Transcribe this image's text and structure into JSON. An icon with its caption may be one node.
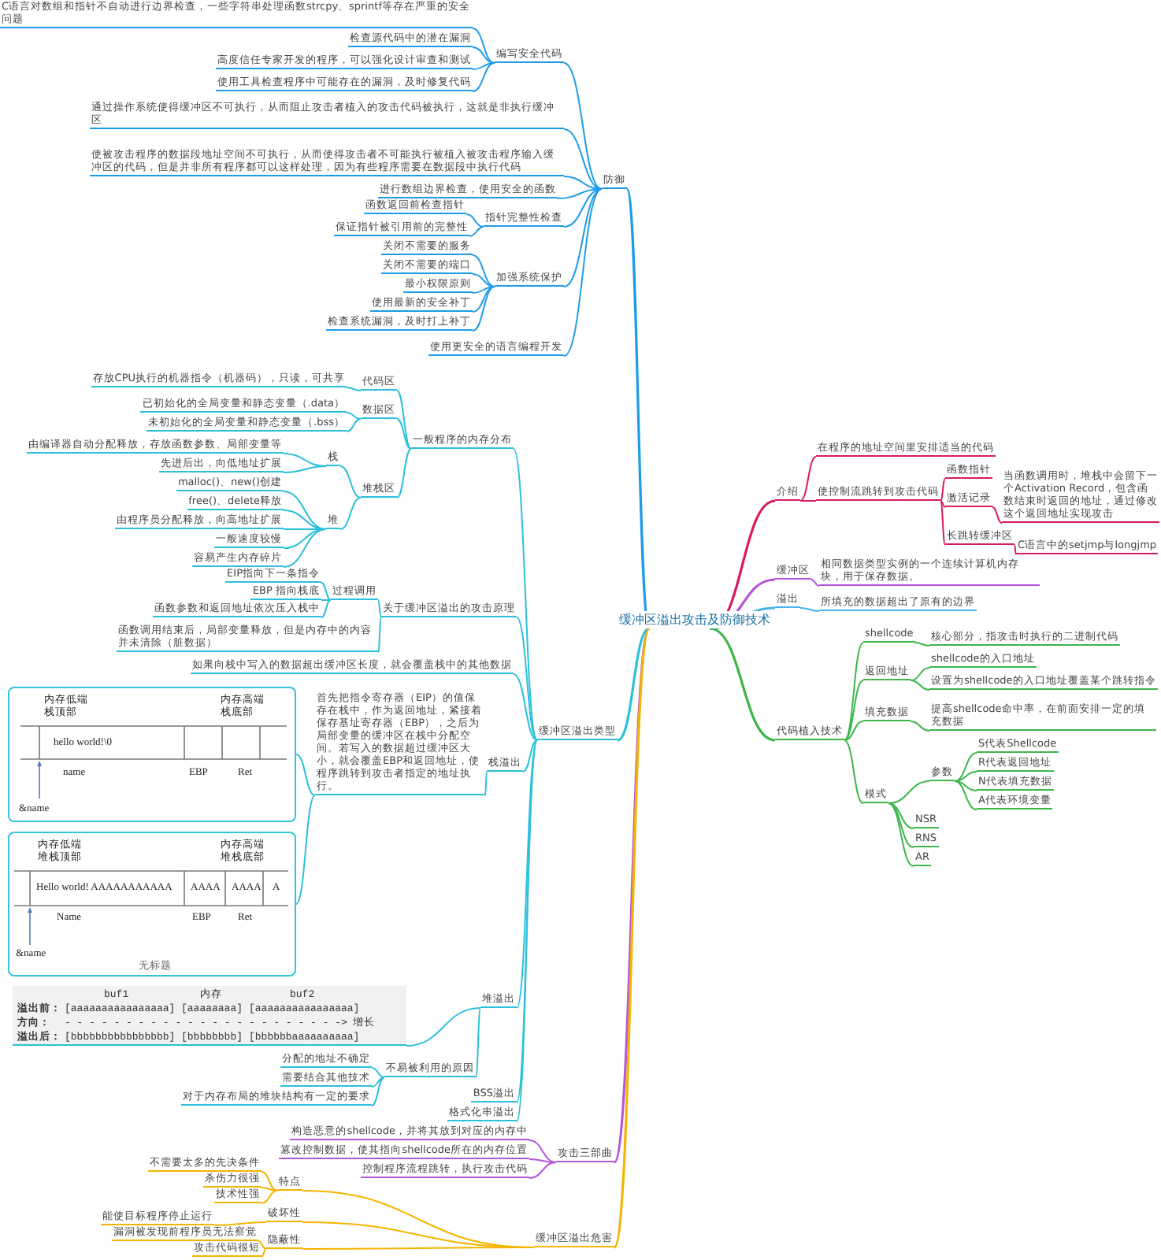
{
  "diagram": {
    "nodes": [
      {
        "text": [
          "缓冲区溢出攻击及防御技术"
        ]
      },
      {
        "text": [
          "介绍"
        ]
      },
      {
        "text": [
          "在程序的地址空间里安排适当的代码"
        ]
      },
      {
        "text": [
          "使控制流跳转到攻击代码"
        ]
      },
      {
        "text": [
          "函数指针"
        ]
      },
      {
        "text": [
          "激活记录"
        ]
      },
      {
        "text": [
          "当函数调用时，堆栈中会留下一个Activation Record，包含函数结束时返回的地址，通过修改这个返回地址实现攻击"
        ]
      },
      {
        "text": [
          "长跳转缓冲区"
        ]
      },
      {
        "text": [
          "C语言中的setjmp与longjmp"
        ]
      },
      {
        "text": [
          "缓冲区"
        ]
      },
      {
        "text": [
          "相同数据类型实例的一个连续计算机内存块，用于保存数据。"
        ]
      },
      {
        "text": [
          "溢出"
        ]
      },
      {
        "text": [
          "所填充的数据超出了原有的边界"
        ]
      },
      {
        "text": [
          "代码植入技术"
        ]
      },
      {
        "text": [
          "shellcode"
        ]
      },
      {
        "text": [
          "核心部分，指攻击时执行的二进制代码"
        ]
      },
      {
        "text": [
          "返回地址"
        ]
      },
      {
        "text": [
          "shellcode的入口地址"
        ]
      },
      {
        "text": [
          "设置为shellcode的入口地址覆盖某个跳转指令"
        ]
      },
      {
        "text": [
          "填充数据"
        ]
      },
      {
        "text": [
          "提高shellcode命中率，在前面安排一定的填充数据"
        ]
      },
      {
        "text": [
          "模式"
        ]
      },
      {
        "text": [
          "参数"
        ]
      },
      {
        "text": [
          "S代表Shellcode"
        ]
      },
      {
        "text": [
          "R代表返回地址"
        ]
      },
      {
        "text": [
          "N代表填充数据"
        ]
      },
      {
        "text": [
          "A代表环境变量"
        ]
      },
      {
        "text": [
          "NSR"
        ]
      },
      {
        "text": [
          "RNS"
        ]
      },
      {
        "text": [
          "AR"
        ]
      },
      {
        "text": [
          "防御"
        ]
      },
      {
        "text": [
          "编写安全代码"
        ]
      },
      {
        "text": [
          "C语言对数组和指针不自动进行边界检查，一些字符串处理函数strcpy、sprintf等存在严重的安全问题"
        ]
      },
      {
        "text": [
          "检查源代码中的潜在漏洞"
        ]
      },
      {
        "text": [
          "高度信任专家开发的程序，可以强化设计审查和测试"
        ]
      },
      {
        "text": [
          "使用工具检查程序中可能存在的漏洞，及时修复代码"
        ]
      },
      {
        "text": [
          "通过操作系统使得缓冲区不可执行，从而阻止攻击者植入的攻击代码被执行，这就是非执行缓冲区"
        ]
      },
      {
        "text": [
          "使被攻击程序的数据段地址空间不可执行，从而使得攻击者不可能执行被植入被攻击程序输入缓冲区的代码，但是并非所有程序都可以这样处理，因为有些程序需要在数据段中执行代码"
        ]
      },
      {
        "text": [
          "进行数组边界检查，使用安全的函数"
        ]
      },
      {
        "text": [
          "指针完整性检查"
        ]
      },
      {
        "text": [
          "函数返回前检查指针"
        ]
      },
      {
        "text": [
          "保证指针被引用前的完整性"
        ]
      },
      {
        "text": [
          "加强系统保护"
        ]
      },
      {
        "text": [
          "关闭不需要的服务"
        ]
      },
      {
        "text": [
          "关闭不需要的端口"
        ]
      },
      {
        "text": [
          "最小权限原则"
        ]
      },
      {
        "text": [
          "使用最新的安全补丁"
        ]
      },
      {
        "text": [
          "检查系统漏洞，及时打上补丁"
        ]
      },
      {
        "text": [
          "使用更安全的语言编程开发"
        ]
      },
      {
        "text": [
          "缓冲区溢出类型"
        ]
      },
      {
        "text": [
          "一般程序的内存分布"
        ]
      },
      {
        "text": [
          "代码区"
        ]
      },
      {
        "text": [
          "存放CPU执行的机器指令（机器码），只读，可共享"
        ]
      },
      {
        "text": [
          "数据区"
        ]
      },
      {
        "text": [
          "已初始化的全局变量和静态变量（.data）"
        ]
      },
      {
        "text": [
          "未初始化的全局变量和静态变量（.bss）"
        ]
      },
      {
        "text": [
          "堆栈区"
        ]
      },
      {
        "text": [
          "栈"
        ]
      },
      {
        "text": [
          "由编译器自动分配释放，存放函数参数、局部变量等"
        ]
      },
      {
        "text": [
          "先进后出，向低地址扩展"
        ]
      },
      {
        "text": [
          "堆"
        ]
      },
      {
        "text": [
          "malloc()、new()创建"
        ]
      },
      {
        "text": [
          "free()、delete释放"
        ]
      },
      {
        "text": [
          "由程序员分配释放，向高地址扩展"
        ]
      },
      {
        "text": [
          "一般速度较慢"
        ]
      },
      {
        "text": [
          "容易产生内存碎片"
        ]
      },
      {
        "text": [
          "关于缓冲区溢出的攻击原理"
        ]
      },
      {
        "text": [
          "过程调用"
        ]
      },
      {
        "text": [
          "EIP指向下一条指令"
        ]
      },
      {
        "text": [
          "EBP 指向栈底"
        ]
      },
      {
        "text": [
          "函数参数和返回地址依次压入栈中"
        ]
      },
      {
        "text": [
          "函数调用结束后，局部变量释放，但是内存中的内容并未清除（脏数据）"
        ]
      },
      {
        "text": [
          "如果向栈中写入的数据超出缓冲区长度，就会覆盖栈中的其他数据"
        ]
      },
      {
        "text": [
          "栈溢出"
        ]
      },
      {
        "text": [
          "首先把指令寄存器（EIP）的值保存在栈中，作为返回地址，紧接着保存基址寄存器（EBP），之后为局部变量的缓冲区在栈中分配空间。若写入的数据超过缓冲区大小，就会覆盖EBP和返回地址，使程序跳转到攻击者指定的地址执行。"
        ]
      },
      {
        "text": [
          "内存低端栈顶部",
          "内存高端栈底部",
          "hello world!\\0",
          "name",
          "EBP",
          "Ret",
          "&name"
        ]
      },
      {
        "text": [
          "内存低端堆栈顶部",
          "内存高端堆栈底部",
          "Hello world! AAAAAAAAAAA",
          "AAAA",
          "AAAA",
          "A",
          "Name",
          "EBP",
          "Ret",
          "&name",
          "无标题"
        ]
      },
      {
        "text": [
          "堆溢出"
        ]
      },
      {
        "text": [
          "buf1",
          "内存",
          "buf2",
          "溢出前：",
          "[aaaaaaaaaaaaaaaa]",
          "[aaaaaaaa]",
          "[aaaaaaaaaaaaaaaa]",
          "方向：",
          "- - - - - - - - - - - - - - - - - - - - - - ->",
          "增长",
          "溢出后：",
          "[bbbbbbbbbbbbbbbb]",
          "[bbbbbbbb]",
          "[bbbbbbaaaaaaaaaa]"
        ]
      },
      {
        "text": [
          "不易被利用的原因"
        ]
      },
      {
        "text": [
          "分配的地址不确定"
        ]
      },
      {
        "text": [
          "需要结合其他技术"
        ]
      },
      {
        "text": [
          "对于内存布局的堆块结构有一定的要求"
        ]
      },
      {
        "text": [
          "BSS溢出"
        ]
      },
      {
        "text": [
          "格式化串溢出"
        ]
      },
      {
        "text": [
          "攻击三部曲"
        ]
      },
      {
        "text": [
          "构造恶意的shellcode，并将其放到对应的内存中"
        ]
      },
      {
        "text": [
          "篡改控制数据，使其指向shellcode所在的内存位置"
        ]
      },
      {
        "text": [
          "控制程序流程跳转，执行攻击代码"
        ]
      },
      {
        "text": [
          "缓冲区溢出危害"
        ]
      },
      {
        "text": [
          "特点"
        ]
      },
      {
        "text": [
          "不需要太多的先决条件"
        ]
      },
      {
        "text": [
          "杀伤力很强"
        ]
      },
      {
        "text": [
          "技术性强"
        ]
      },
      {
        "text": [
          "破坏性"
        ]
      },
      {
        "text": [
          "能使目标程序停止运行"
        ]
      },
      {
        "text": [
          "隐蔽性"
        ]
      },
      {
        "text": [
          "漏洞被发现前程序员无法察觉"
        ]
      },
      {
        "text": [
          "攻击代码很短"
        ]
      }
    ],
    "edges": [
      {
        "from": 0,
        "to": 1,
        "arrow": "none",
        "color": "#d81b60"
      },
      {
        "from": 1,
        "to": 2,
        "arrow": "none",
        "color": "#d81b60"
      },
      {
        "from": 1,
        "to": 3,
        "arrow": "none",
        "color": "#d81b60"
      },
      {
        "from": 3,
        "to": 4,
        "arrow": "none",
        "color": "#d81b60"
      },
      {
        "from": 3,
        "to": 5,
        "arrow": "none",
        "color": "#d81b60"
      },
      {
        "from": 5,
        "to": 6,
        "arrow": "none",
        "color": "#d81b60"
      },
      {
        "from": 3,
        "to": 7,
        "arrow": "none",
        "color": "#d81b60"
      },
      {
        "from": 7,
        "to": 8,
        "arrow": "none",
        "color": "#d81b60"
      },
      {
        "from": 0,
        "to": 9,
        "arrow": "none",
        "color": "#b556d8"
      },
      {
        "from": 9,
        "to": 10,
        "arrow": "none",
        "color": "#b556d8"
      },
      {
        "from": 0,
        "to": 11,
        "arrow": "none",
        "color": "#47b3ea"
      },
      {
        "from": 11,
        "to": 12,
        "arrow": "none",
        "color": "#47b3ea"
      },
      {
        "from": 0,
        "to": 13,
        "arrow": "none",
        "color": "#3db64a"
      },
      {
        "from": 13,
        "to": 14,
        "arrow": "none",
        "color": "#3db64a"
      },
      {
        "from": 14,
        "to": 15,
        "arrow": "none",
        "color": "#3db64a"
      },
      {
        "from": 13,
        "to": 16,
        "arrow": "none",
        "color": "#3db64a"
      },
      {
        "from": 16,
        "to": 17,
        "arrow": "none",
        "color": "#3db64a"
      },
      {
        "from": 16,
        "to": 18,
        "arrow": "none",
        "color": "#3db64a"
      },
      {
        "from": 13,
        "to": 19,
        "arrow": "none",
        "color": "#3db64a"
      },
      {
        "from": 19,
        "to": 20,
        "arrow": "none",
        "color": "#3db64a"
      },
      {
        "from": 13,
        "to": 21,
        "arrow": "none",
        "color": "#3db64a"
      },
      {
        "from": 21,
        "to": 22,
        "arrow": "none",
        "color": "#3db64a"
      },
      {
        "from": 22,
        "to": 23,
        "arrow": "none",
        "color": "#3db64a"
      },
      {
        "from": 22,
        "to": 24,
        "arrow": "none",
        "color": "#3db64a"
      },
      {
        "from": 22,
        "to": 25,
        "arrow": "none",
        "color": "#3db64a"
      },
      {
        "from": 22,
        "to": 26,
        "arrow": "none",
        "color": "#3db64a"
      },
      {
        "from": 21,
        "to": 27,
        "arrow": "none",
        "color": "#3db64a"
      },
      {
        "from": 21,
        "to": 28,
        "arrow": "none",
        "color": "#3db64a"
      },
      {
        "from": 21,
        "to": 29,
        "arrow": "none",
        "color": "#3db64a"
      },
      {
        "from": 0,
        "to": 30,
        "arrow": "none",
        "color": "#1e9be8"
      },
      {
        "from": 30,
        "to": 31,
        "arrow": "none",
        "color": "#1e9be8"
      },
      {
        "from": 31,
        "to": 32,
        "arrow": "none",
        "color": "#1e9be8"
      },
      {
        "from": 31,
        "to": 33,
        "arrow": "none",
        "color": "#1e9be8"
      },
      {
        "from": 31,
        "to": 34,
        "arrow": "none",
        "color": "#1e9be8"
      },
      {
        "from": 31,
        "to": 35,
        "arrow": "none",
        "color": "#1e9be8"
      },
      {
        "from": 30,
        "to": 36,
        "arrow": "none",
        "color": "#1e9be8"
      },
      {
        "from": 30,
        "to": 37,
        "arrow": "none",
        "color": "#1e9be8"
      },
      {
        "from": 30,
        "to": 38,
        "arrow": "none",
        "color": "#1e9be8"
      },
      {
        "from": 30,
        "to": 39,
        "arrow": "none",
        "color": "#1e9be8"
      },
      {
        "from": 39,
        "to": 40,
        "arrow": "none",
        "color": "#1e9be8"
      },
      {
        "from": 39,
        "to": 41,
        "arrow": "none",
        "color": "#1e9be8"
      },
      {
        "from": 30,
        "to": 42,
        "arrow": "none",
        "color": "#1e9be8"
      },
      {
        "from": 42,
        "to": 43,
        "arrow": "none",
        "color": "#1e9be8"
      },
      {
        "from": 42,
        "to": 44,
        "arrow": "none",
        "color": "#1e9be8"
      },
      {
        "from": 42,
        "to": 45,
        "arrow": "none",
        "color": "#1e9be8"
      },
      {
        "from": 42,
        "to": 46,
        "arrow": "none",
        "color": "#1e9be8"
      },
      {
        "from": 42,
        "to": 47,
        "arrow": "none",
        "color": "#1e9be8"
      },
      {
        "from": 30,
        "to": 48,
        "arrow": "none",
        "color": "#1e9be8"
      },
      {
        "from": 0,
        "to": 49,
        "arrow": "none"
      },
      {
        "from": 49,
        "to": 50,
        "arrow": "none"
      },
      {
        "from": 50,
        "to": 51,
        "arrow": "none"
      },
      {
        "from": 51,
        "to": 52,
        "arrow": "none"
      },
      {
        "from": 50,
        "to": 53,
        "arrow": "none"
      },
      {
        "from": 53,
        "to": 54,
        "arrow": "none"
      },
      {
        "from": 53,
        "to": 55,
        "arrow": "none"
      },
      {
        "from": 50,
        "to": 56,
        "arrow": "none"
      },
      {
        "from": 56,
        "to": 57,
        "arrow": "none"
      },
      {
        "from": 57,
        "to": 58,
        "arrow": "none"
      },
      {
        "from": 57,
        "to": 59,
        "arrow": "none"
      },
      {
        "from": 56,
        "to": 60,
        "arrow": "none"
      },
      {
        "from": 60,
        "to": 61,
        "arrow": "none"
      },
      {
        "from": 60,
        "to": 62,
        "arrow": "none"
      },
      {
        "from": 60,
        "to": 63,
        "arrow": "none"
      },
      {
        "from": 60,
        "to": 64,
        "arrow": "none"
      },
      {
        "from": 60,
        "to": 65,
        "arrow": "none"
      },
      {
        "from": 49,
        "to": 66,
        "arrow": "none"
      },
      {
        "from": 66,
        "to": 67,
        "arrow": "none"
      },
      {
        "from": 67,
        "to": 68,
        "arrow": "none"
      },
      {
        "from": 67,
        "to": 69,
        "arrow": "none"
      },
      {
        "from": 67,
        "to": 70,
        "arrow": "none"
      },
      {
        "from": 66,
        "to": 71,
        "arrow": "none"
      },
      {
        "from": 49,
        "to": 72,
        "arrow": "none"
      },
      {
        "from": 49,
        "to": 73,
        "arrow": "none"
      },
      {
        "from": 73,
        "to": 74,
        "arrow": "none"
      },
      {
        "from": 74,
        "to": 75,
        "arrow": "none"
      },
      {
        "from": 74,
        "to": 76,
        "arrow": "none"
      },
      {
        "from": 49,
        "to": 77,
        "arrow": "none"
      },
      {
        "from": 77,
        "to": 78,
        "arrow": "none"
      },
      {
        "from": 77,
        "to": 79,
        "arrow": "none"
      },
      {
        "from": 79,
        "to": 80,
        "arrow": "none"
      },
      {
        "from": 79,
        "to": 81,
        "arrow": "none"
      },
      {
        "from": 79,
        "to": 82,
        "arrow": "none"
      },
      {
        "from": 49,
        "to": 83,
        "arrow": "none"
      },
      {
        "from": 49,
        "to": 84,
        "arrow": "none"
      },
      {
        "from": 0,
        "to": 85,
        "arrow": "none",
        "color": "#b556d8"
      },
      {
        "from": 85,
        "to": 86,
        "arrow": "none",
        "color": "#b556d8"
      },
      {
        "from": 85,
        "to": 87,
        "arrow": "none",
        "color": "#b556d8"
      },
      {
        "from": 85,
        "to": 88,
        "arrow": "none",
        "color": "#b556d8"
      },
      {
        "from": 0,
        "to": 89,
        "arrow": "none",
        "color": "#f5b400"
      },
      {
        "from": 89,
        "to": 90,
        "arrow": "none",
        "color": "#f5b400"
      },
      {
        "from": 90,
        "to": 91,
        "arrow": "none",
        "color": "#f5b400"
      },
      {
        "from": 90,
        "to": 92,
        "arrow": "none",
        "color": "#f5b400"
      },
      {
        "from": 90,
        "to": 93,
        "arrow": "none",
        "color": "#f5b400"
      },
      {
        "from": 89,
        "to": 94,
        "arrow": "none",
        "color": "#f5b400"
      },
      {
        "from": 94,
        "to": 95,
        "arrow": "none",
        "color": "#f5b400"
      },
      {
        "from": 89,
        "to": 96,
        "arrow": "none",
        "color": "#f5b400"
      },
      {
        "from": 96,
        "to": 97,
        "arrow": "none",
        "color": "#f5b400"
      },
      {
        "from": 96,
        "to": 98,
        "arrow": "none",
        "color": "#f5b400"
      }
    ]
  }
}
